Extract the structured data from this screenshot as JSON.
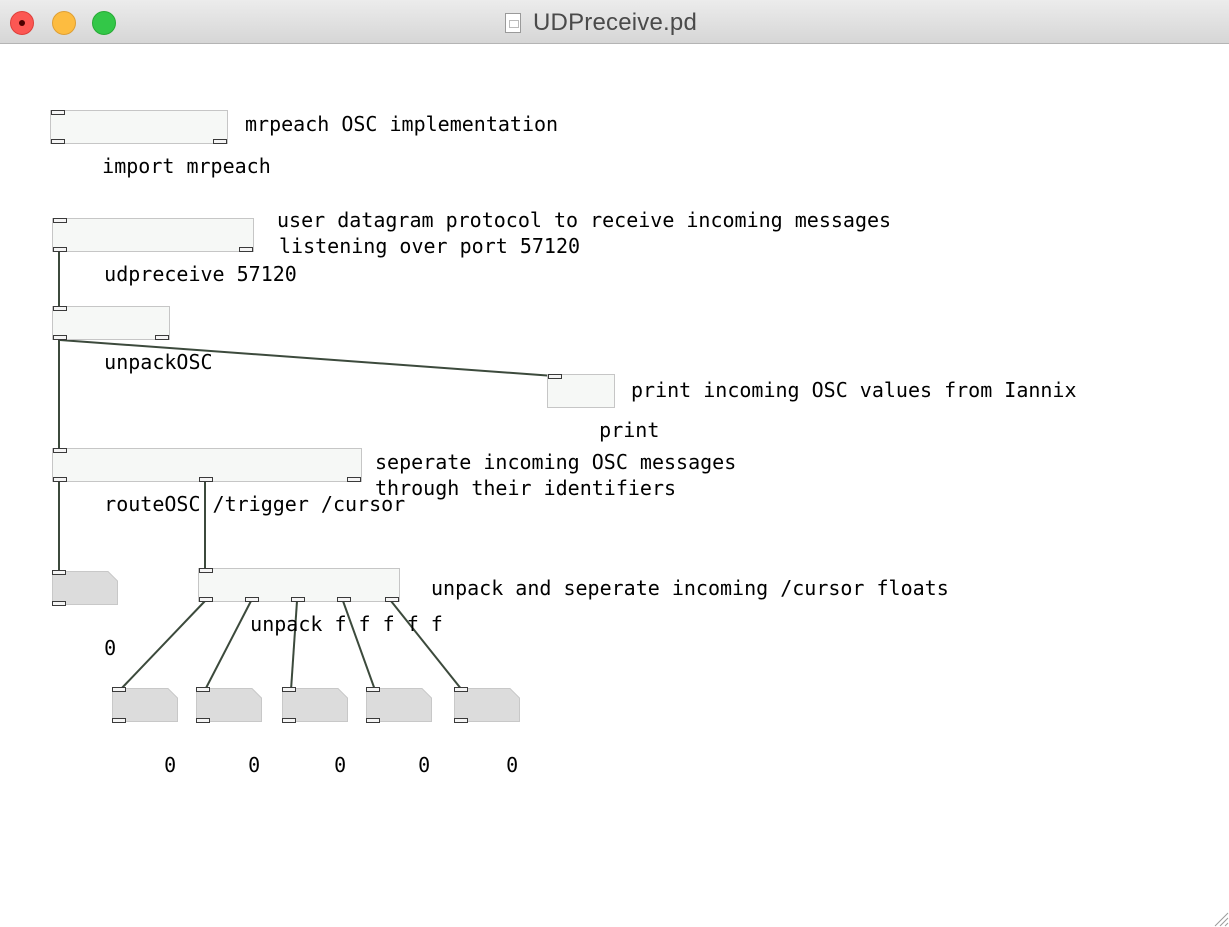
{
  "window": {
    "title": "UDPreceive.pd"
  },
  "objects": {
    "import": "import mrpeach",
    "udpreceive": "udpreceive 57120",
    "unpackosc": "unpackOSC",
    "print": "print",
    "routeosc": "routeOSC /trigger /cursor",
    "unpack": "unpack f f f f f"
  },
  "comments": {
    "import": "mrpeach OSC implementation",
    "udpreceive_line1": "user datagram protocol to receive incoming messages",
    "udpreceive_line2": "listening over port 57120",
    "print": "print incoming OSC values from Iannix",
    "routeosc_line1": "seperate incoming OSC messages",
    "routeosc_line2": "through their identifiers",
    "unpack": "unpack and seperate incoming /cursor floats"
  },
  "number_boxes": {
    "trigger": "0",
    "cursor": [
      "0",
      "0",
      "0",
      "0",
      "0"
    ]
  },
  "colors": {
    "object_fill": "#f6f8f6",
    "object_border": "#c6c6c6",
    "atom_fill": "#dcdcdc",
    "wire": "#3c4a3c"
  }
}
